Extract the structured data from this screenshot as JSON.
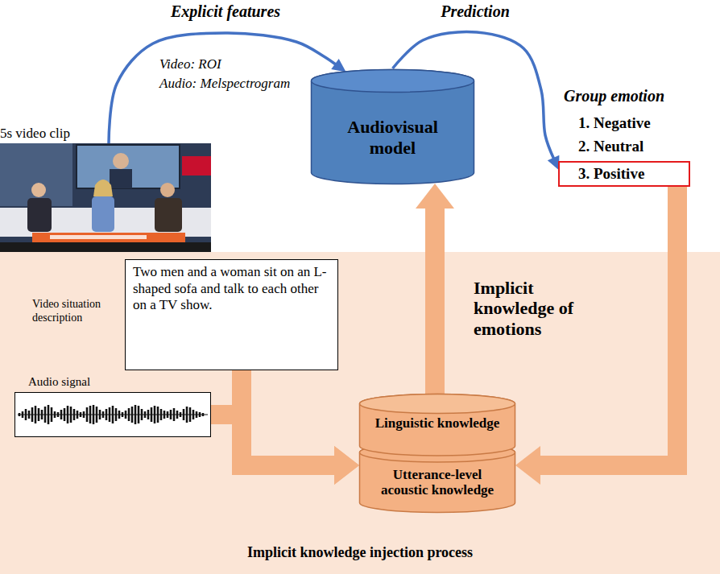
{
  "diagram": {
    "nodes": [
      {
        "text": [
          "5s video clip"
        ]
      },
      {
        "text": [
          "Audiovisual model"
        ]
      },
      {
        "text": [
          "3. Positive"
        ]
      },
      {
        "text": [
          "Implicit knowledge injection process"
        ]
      },
      {
        "text": [
          "Two men and a woman sit on an L-shaped sofa and talk to each other on a TV show."
        ],
        "in": 3
      },
      {
        "text": [
          "Audio signal"
        ],
        "in": 3
      },
      {
        "text": [
          "Linguistic knowledge",
          "Utterance-level acoustic knowledge"
        ],
        "in": 3
      }
    ],
    "edges": [
      {
        "from": 0,
        "to": 1,
        "label": "Explicit features",
        "arrow": "to"
      },
      {
        "from": 1,
        "to": 2,
        "label": "Prediction",
        "arrow": "to"
      },
      {
        "from": 6,
        "to": 1,
        "label": "Implicit knowledge of emotions",
        "arrow": "to"
      },
      {
        "from": 2,
        "to": 6,
        "arrow": "to"
      },
      {
        "from": 4,
        "to": 6,
        "arrow": "to"
      },
      {
        "from": 5,
        "to": 6,
        "arrow": "to"
      }
    ],
    "labels": [
      "Video: ROI",
      "Audio: Melspectrogram",
      "Group emotion",
      "1. Negative",
      "2. Neutral",
      "Video situation description"
    ]
  }
}
